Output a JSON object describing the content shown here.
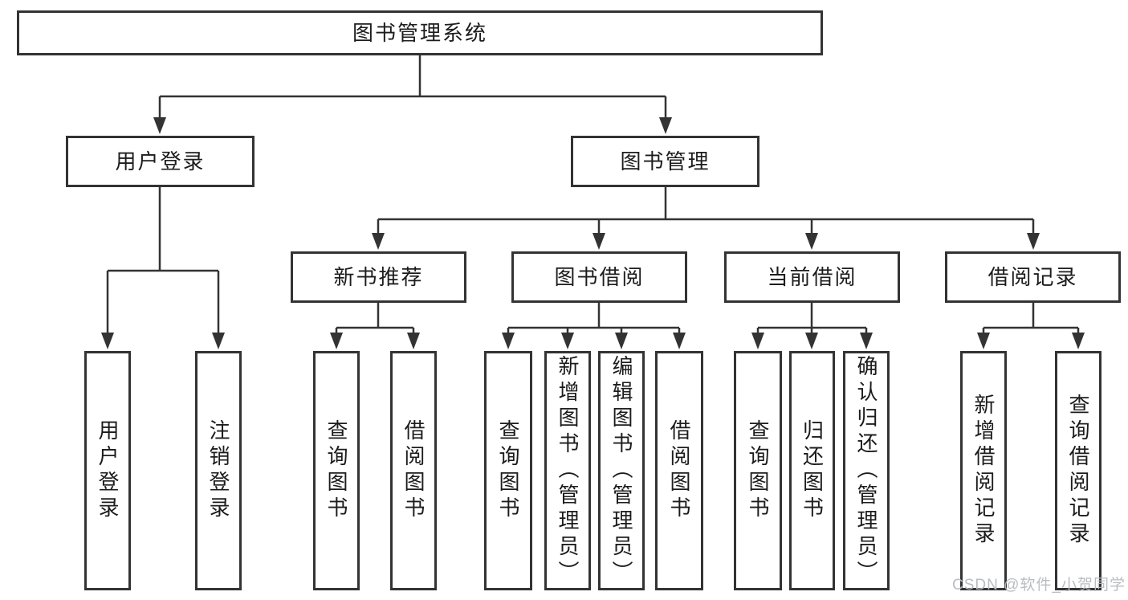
{
  "colors": {
    "line": "#333333",
    "text": "#1c1c1c",
    "background": "#ffffff",
    "watermark_gray": "#b6bac1"
  },
  "watermark": "CSDN @软件_小贺同学",
  "diagram": {
    "root": {
      "label": "图书管理系统"
    },
    "branches": [
      {
        "label": "用户登录",
        "children": [
          {
            "label": "用户登录"
          },
          {
            "label": "注销登录"
          }
        ]
      },
      {
        "label": "图书管理",
        "children": [
          {
            "label": "新书推荐",
            "children": [
              {
                "label": "查询图书"
              },
              {
                "label": "借阅图书"
              }
            ]
          },
          {
            "label": "图书借阅",
            "children": [
              {
                "label": "查询图书"
              },
              {
                "label": "新增图书（管理员）"
              },
              {
                "label": "编辑图书（管理员）"
              },
              {
                "label": "借阅图书"
              }
            ]
          },
          {
            "label": "当前借阅",
            "children": [
              {
                "label": "查询图书"
              },
              {
                "label": "归还图书"
              },
              {
                "label": "确认归还（管理员）"
              }
            ]
          },
          {
            "label": "借阅记录",
            "children": [
              {
                "label": "新增借阅记录"
              },
              {
                "label": "查询借阅记录"
              }
            ]
          }
        ]
      }
    ]
  }
}
